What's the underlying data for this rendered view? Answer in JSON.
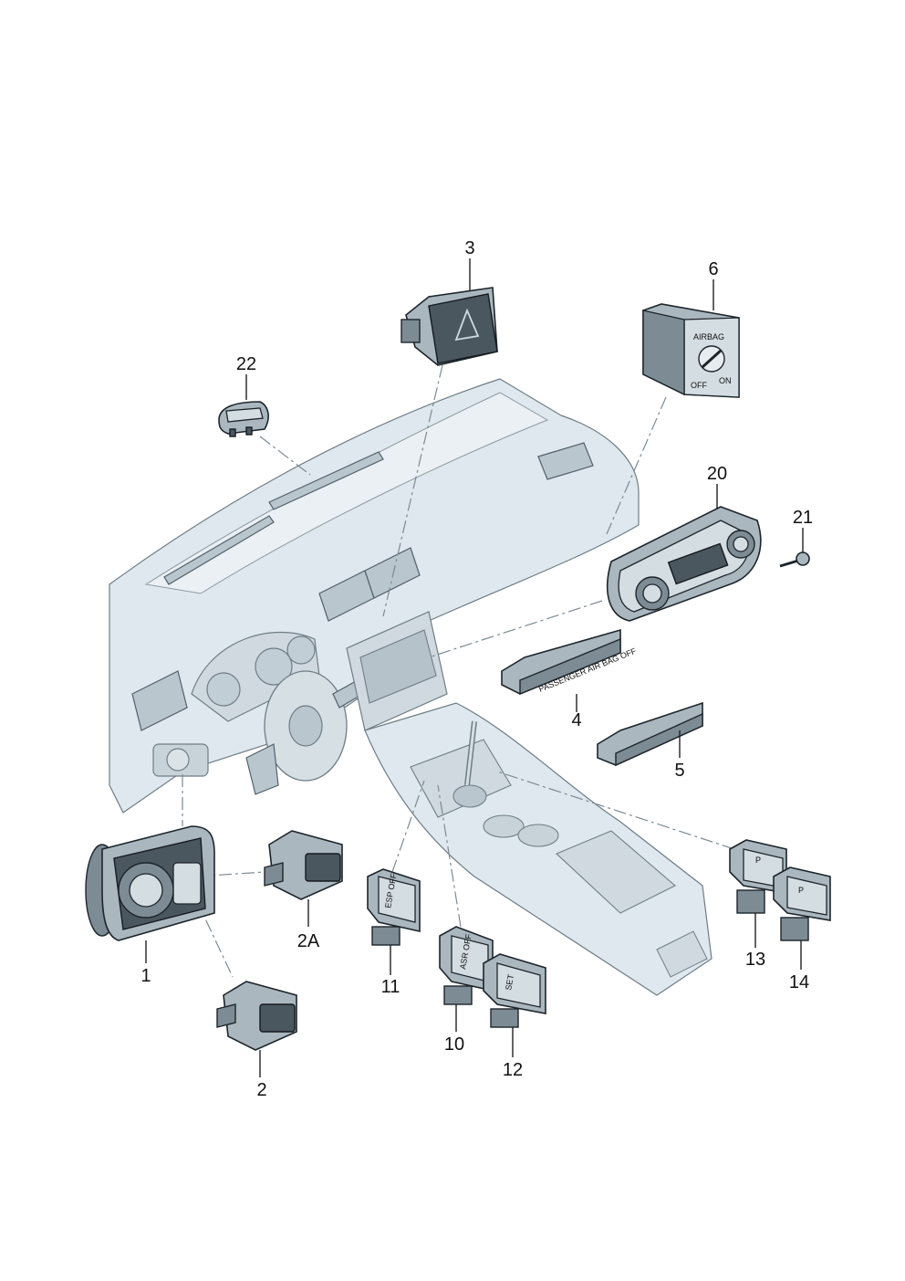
{
  "callouts": [
    {
      "id": "1",
      "text": "1"
    },
    {
      "id": "2",
      "text": "2"
    },
    {
      "id": "2A",
      "text": "2A"
    },
    {
      "id": "3",
      "text": "3"
    },
    {
      "id": "4",
      "text": "4"
    },
    {
      "id": "5",
      "text": "5"
    },
    {
      "id": "6",
      "text": "6"
    },
    {
      "id": "10",
      "text": "10"
    },
    {
      "id": "11",
      "text": "11"
    },
    {
      "id": "12",
      "text": "12"
    },
    {
      "id": "13",
      "text": "13"
    },
    {
      "id": "14",
      "text": "14"
    },
    {
      "id": "20",
      "text": "20"
    },
    {
      "id": "21",
      "text": "21"
    },
    {
      "id": "22",
      "text": "22"
    }
  ],
  "part_labels": {
    "airbag": "AIRBAG",
    "airbag_off": "OFF",
    "airbag_on": "ON",
    "esp_off": "ESP OFF",
    "asr_off": "ASR OFF",
    "set": "SET",
    "passenger_air_bag_off": "PASSENGER AIR BAG OFF",
    "park_p": "P",
    "park_brake_p": "P"
  },
  "colors": {
    "dashboard_fill": "#dfe8ee",
    "part_fill": "#aab7bf",
    "part_dark": "#4b575f",
    "leader_dash": "#7d8a92"
  }
}
